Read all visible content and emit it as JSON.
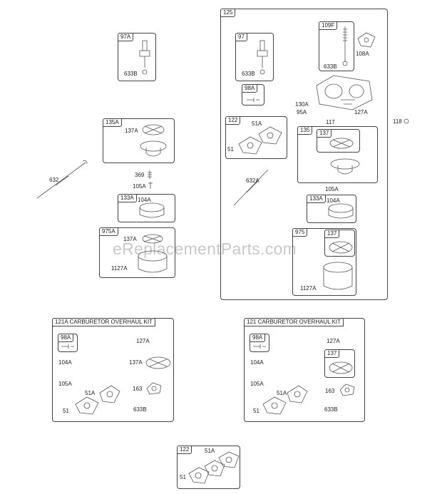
{
  "watermark": "eReplacementParts.com",
  "assemblies": {
    "a97A": {
      "tag": "97A",
      "part": "633B"
    },
    "a135A": {
      "tag": "135A",
      "part": "137A"
    },
    "a133A": {
      "tag": "133A",
      "part": "104A"
    },
    "a975A": {
      "tag": "975A",
      "part1": "137A",
      "part2": "1127A"
    },
    "a125": {
      "tag": "125"
    },
    "a97": {
      "tag": "97",
      "part": "633B"
    },
    "a109F": {
      "tag": "109F",
      "part": "633B"
    },
    "a98A": {
      "tag": "98A"
    },
    "a122": {
      "tag": "122",
      "part1": "51A",
      "part2": "51"
    },
    "a135": {
      "tag": "135"
    },
    "a137": {
      "tag": "137"
    },
    "a133A_r": {
      "tag": "133A",
      "part": "104A"
    },
    "a975": {
      "tag": "975",
      "part": "1127A"
    },
    "a137_r": {
      "tag": "137"
    },
    "k121A": {
      "tag": "121A CARBURETOR OVERHAUL KIT"
    },
    "k121A_98A": {
      "tag": "98A"
    },
    "k121": {
      "tag": "121 CARBURETOR OVERHAUL KIT"
    },
    "k121_98A": {
      "tag": "98A"
    },
    "k121_137": {
      "tag": "137"
    },
    "b122": {
      "tag": "122",
      "part1": "51A",
      "part2": "51"
    }
  },
  "loose_parts": {
    "p632": "632",
    "p369": "369",
    "p105A": "105A",
    "p108A": "108A",
    "p130A": "130A",
    "p95A": "95A",
    "p127A": "127A",
    "p117": "117",
    "p118": "118",
    "p632A": "632A",
    "p105A_r": "105A"
  },
  "kit121A_parts": {
    "p127A": "127A",
    "p104A": "104A",
    "p137A": "137A",
    "p105A": "105A",
    "p163": "163",
    "p51A": "51A",
    "p51": "51",
    "p633B": "633B"
  },
  "kit121_parts": {
    "p127A": "127A",
    "p104A": "104A",
    "p105A": "105A",
    "p163": "163",
    "p51A": "51A",
    "p51": "51",
    "p633B": "633B"
  }
}
